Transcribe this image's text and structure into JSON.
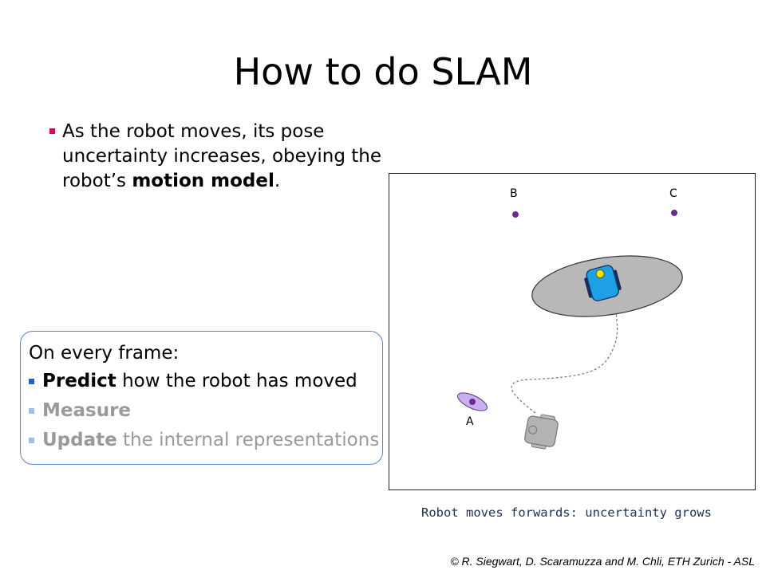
{
  "slide": {
    "title": "How to do SLAM"
  },
  "bullet": {
    "line1": "As the robot moves, its pose",
    "line2": "uncertainty increases, obeying the",
    "line3_pre": "robot’s ",
    "line3_bold": "motion model",
    "line3_post": "."
  },
  "frame_box": {
    "heading": "On every frame:",
    "items": [
      {
        "bold": "Predict",
        "rest": " how the robot has moved"
      },
      {
        "bold": "Measure",
        "rest": ""
      },
      {
        "bold": "Update",
        "rest": " the internal representations"
      }
    ]
  },
  "figure": {
    "landmarks": [
      {
        "label": "A"
      },
      {
        "label": "B"
      },
      {
        "label": "C"
      }
    ],
    "caption": "Robot moves forwards: uncertainty grows"
  },
  "colors": {
    "bullet_accent": "#e0005b",
    "box_border": "#5b86c5",
    "robot_body": "#1ea0e6",
    "uncertainty_fill": "#b8b8b8",
    "landmark": "#6b2c8f"
  },
  "footer": {
    "credit": "© R. Siegwart, D. Scaramuzza and M. Chli, ETH Zurich - ASL"
  }
}
